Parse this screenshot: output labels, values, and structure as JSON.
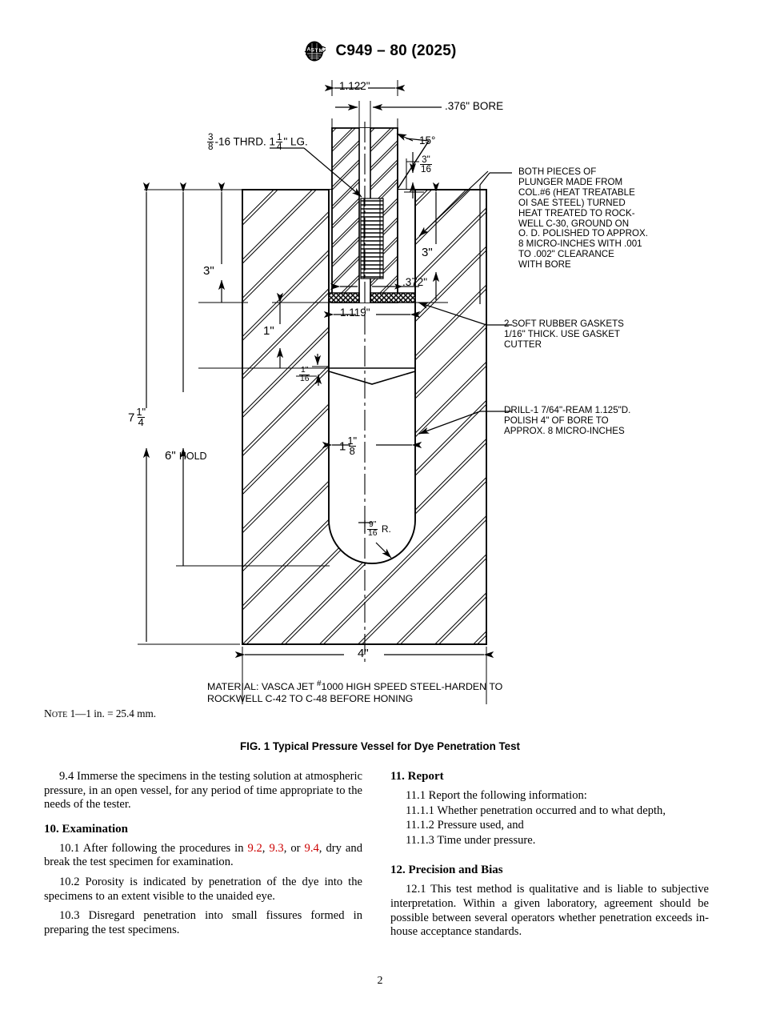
{
  "header": {
    "logo_icon": "astm-logo-icon",
    "designation": "C949 – 80 (2025)"
  },
  "figure": {
    "caption": "FIG. 1  Typical Pressure Vessel for Dye Penetration Test",
    "material_note": "MATERIAL: VASCA JET #1000 HIGH SPEED STEEL-HARDEN TO\nROCKWELL C-42 TO C-48 BEFORE HONING",
    "material_prefix": "MATERIAL: VASCA JET ",
    "material_hash": "#",
    "material_rest": "1000 HIGH SPEED STEEL-HARDEN TO",
    "material_line2": "ROCKWELL C-42 TO C-48 BEFORE HONING",
    "note_label": "Note",
    "note_text": " 1—1 in. = 25.4 mm.",
    "dimensions": {
      "top_width": "1.122\"",
      "bore": ".376\" BORE",
      "thread_num": "3",
      "thread_den": "8",
      "thread_rest": "-16 THRD. 1",
      "thread_len_num": "1",
      "thread_len_den": "4",
      "thread_len_suffix": "\" LG.",
      "angle": "15°",
      "chamfer_num": "3\"",
      "chamfer_den": "16",
      "right_three": "3\"",
      "left_three": "3\"",
      "one_inch": "1\"",
      "overall_whole": "7",
      "overall_num": "1\"",
      "overall_den": "4",
      "hold_whole": "6\"",
      "hold_label": "HOLD",
      "plunger_dia": ".372\"",
      "bore_upper": "1.119\"",
      "gasket_num": "1\"",
      "gasket_den": "16",
      "bore_lower_whole": "1",
      "bore_lower_num": "1\"",
      "bore_lower_den": "8",
      "radius_num": "9\"",
      "radius_den": "16",
      "radius_suffix": " R.",
      "bottom_width": "4\""
    },
    "annotations": {
      "plunger": "BOTH PIECES OF\nPLUNGER MADE FROM\nCOL.#6 (HEAT TREATABLE\nOI SAE STEEL) TURNED\nHEAT TREATED TO ROCK-\nWELL C-30, GROUND ON\nO. D. POLISHED TO APPROX.\n8 MICRO-INCHES WITH .001\nTO .002\" CLEARANCE\nWITH BORE",
      "gaskets": "2 SOFT RUBBER GASKETS\n1/16\" THICK. USE GASKET\nCUTTER",
      "drill": "DRILL-1 7/64\"-REAM 1.125\"D.\nPOLISH 4\" OF BORE TO\nAPPROX. 8 MICRO-INCHES"
    }
  },
  "body": {
    "left_column": {
      "p94": "9.4  Immerse the specimens in the testing solution at atmospheric pressure, in an open vessel, for any period of time appropriate to the needs of the tester.",
      "h10": "10.  Examination",
      "p101_a": "10.1  After following the procedures in ",
      "p101_x1": "9.2",
      "p101_s1": ", ",
      "p101_x2": "9.3",
      "p101_s2": ", or ",
      "p101_x3": "9.4",
      "p101_b": ", dry and break the test specimen for examination.",
      "p102": "10.2  Porosity is indicated by penetration of the dye into the specimens to an extent visible to the unaided eye.",
      "p103": "10.3  Disregard penetration into small fissures formed in preparing the test specimens."
    },
    "right_column": {
      "h11": "11.  Report",
      "p111": "11.1  Report the following information:",
      "p1111": "11.1.1  Whether penetration occurred and to what depth,",
      "p1112": "11.1.2  Pressure used, and",
      "p1113": "11.1.3  Time under pressure.",
      "h12": "12.  Precision and Bias",
      "p121": "12.1  This test method is qualitative and is liable to subjective interpretation. Within a given laboratory, agreement should be possible between several operators whether penetration exceeds in-house acceptance standards."
    }
  },
  "footer": {
    "page_number": "2"
  }
}
